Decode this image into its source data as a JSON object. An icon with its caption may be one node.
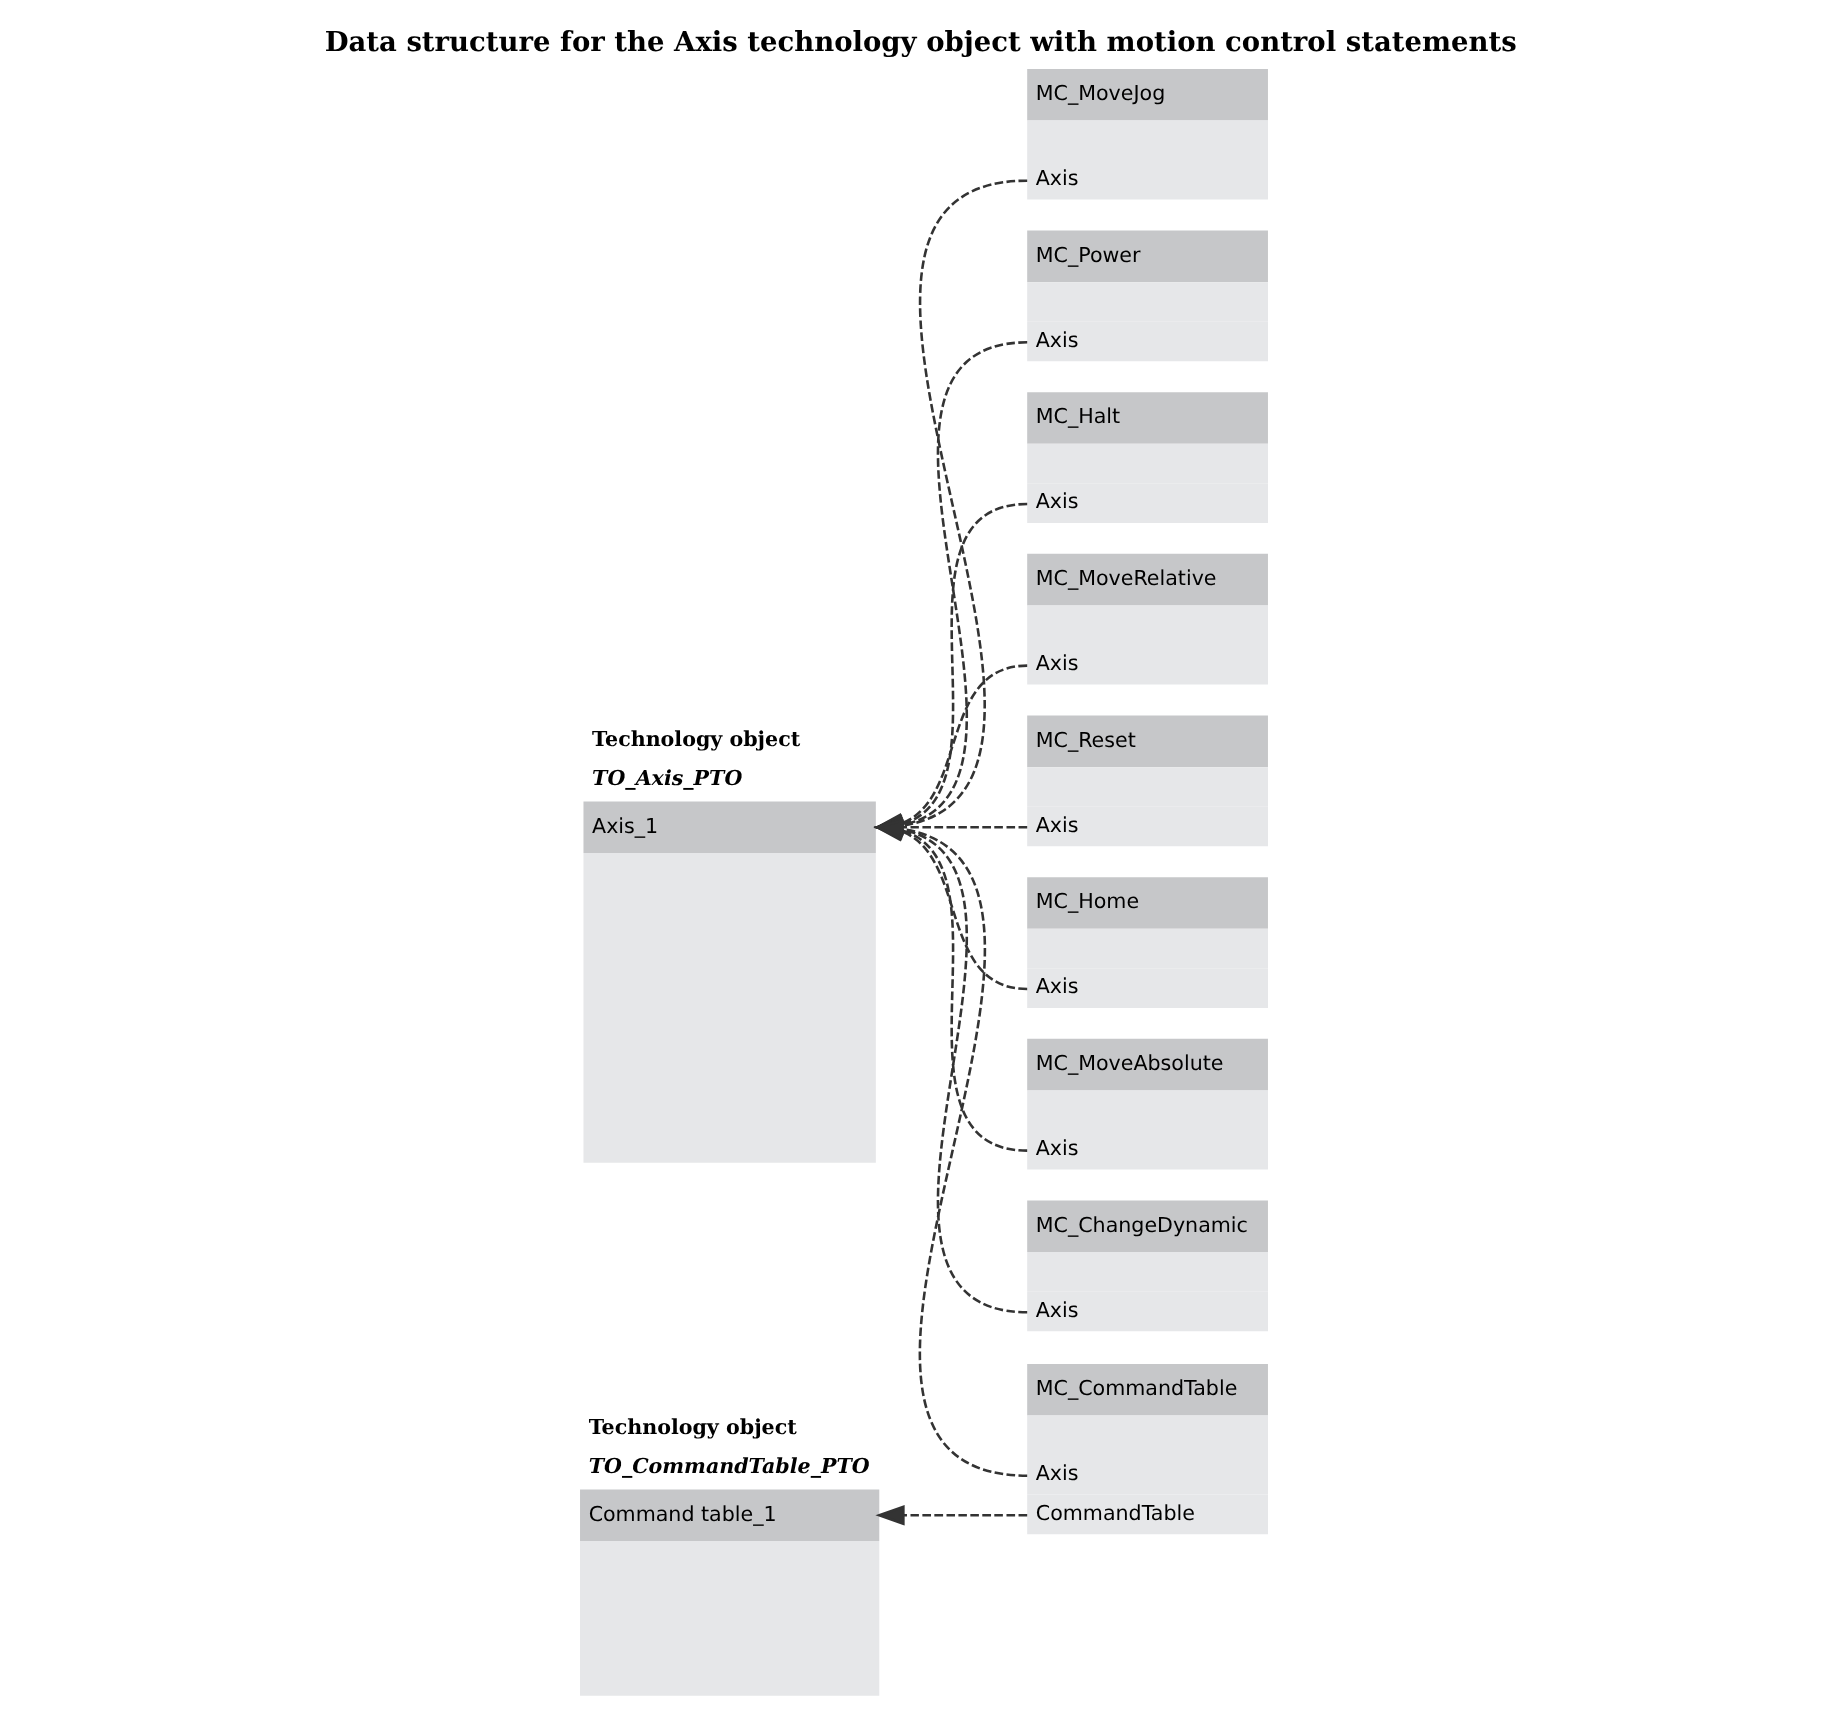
{
  "diagram": {
    "title": "Data structure for the Axis technology object with motion control statements",
    "nodes": [
      {
        "text": [
          "Technology object",
          "TO_Axis_PTO",
          "Axis_1"
        ]
      },
      {
        "text": [
          "MC_MoveJog",
          "Axis"
        ]
      },
      {
        "text": [
          "MC_Power",
          "Axis"
        ]
      },
      {
        "text": [
          "MC_Halt",
          "Axis"
        ]
      },
      {
        "text": [
          "MC_MoveRelative",
          "Axis"
        ]
      },
      {
        "text": [
          "MC_Reset",
          "Axis"
        ]
      },
      {
        "text": [
          "MC_Home",
          "Axis"
        ]
      },
      {
        "text": [
          "MC_MoveAbsolute",
          "Axis"
        ]
      },
      {
        "text": [
          "MC_ChangeDynamic",
          "Axis"
        ]
      },
      {
        "text": [
          "MC_CommandTable",
          "Axis",
          "CommandTable"
        ]
      },
      {
        "text": [
          "Technology object",
          "TO_CommandTable_PTO",
          "Command table_1"
        ]
      }
    ],
    "edges": [
      {
        "from": 1,
        "to": 0,
        "arrow": "to",
        "style": "dashed"
      },
      {
        "from": 2,
        "to": 0,
        "arrow": "to",
        "style": "dashed"
      },
      {
        "from": 3,
        "to": 0,
        "arrow": "to",
        "style": "dashed"
      },
      {
        "from": 4,
        "to": 0,
        "arrow": "to",
        "style": "dashed"
      },
      {
        "from": 5,
        "to": 0,
        "arrow": "to",
        "style": "dashed"
      },
      {
        "from": 6,
        "to": 0,
        "arrow": "to",
        "style": "dashed"
      },
      {
        "from": 7,
        "to": 0,
        "arrow": "to",
        "style": "dashed"
      },
      {
        "from": 8,
        "to": 0,
        "arrow": "to",
        "style": "dashed"
      },
      {
        "from": 9,
        "to": 0,
        "arrow": "to",
        "style": "dashed"
      },
      {
        "from": 9,
        "to": 10,
        "arrow": "to",
        "style": "dashed"
      }
    ]
  }
}
